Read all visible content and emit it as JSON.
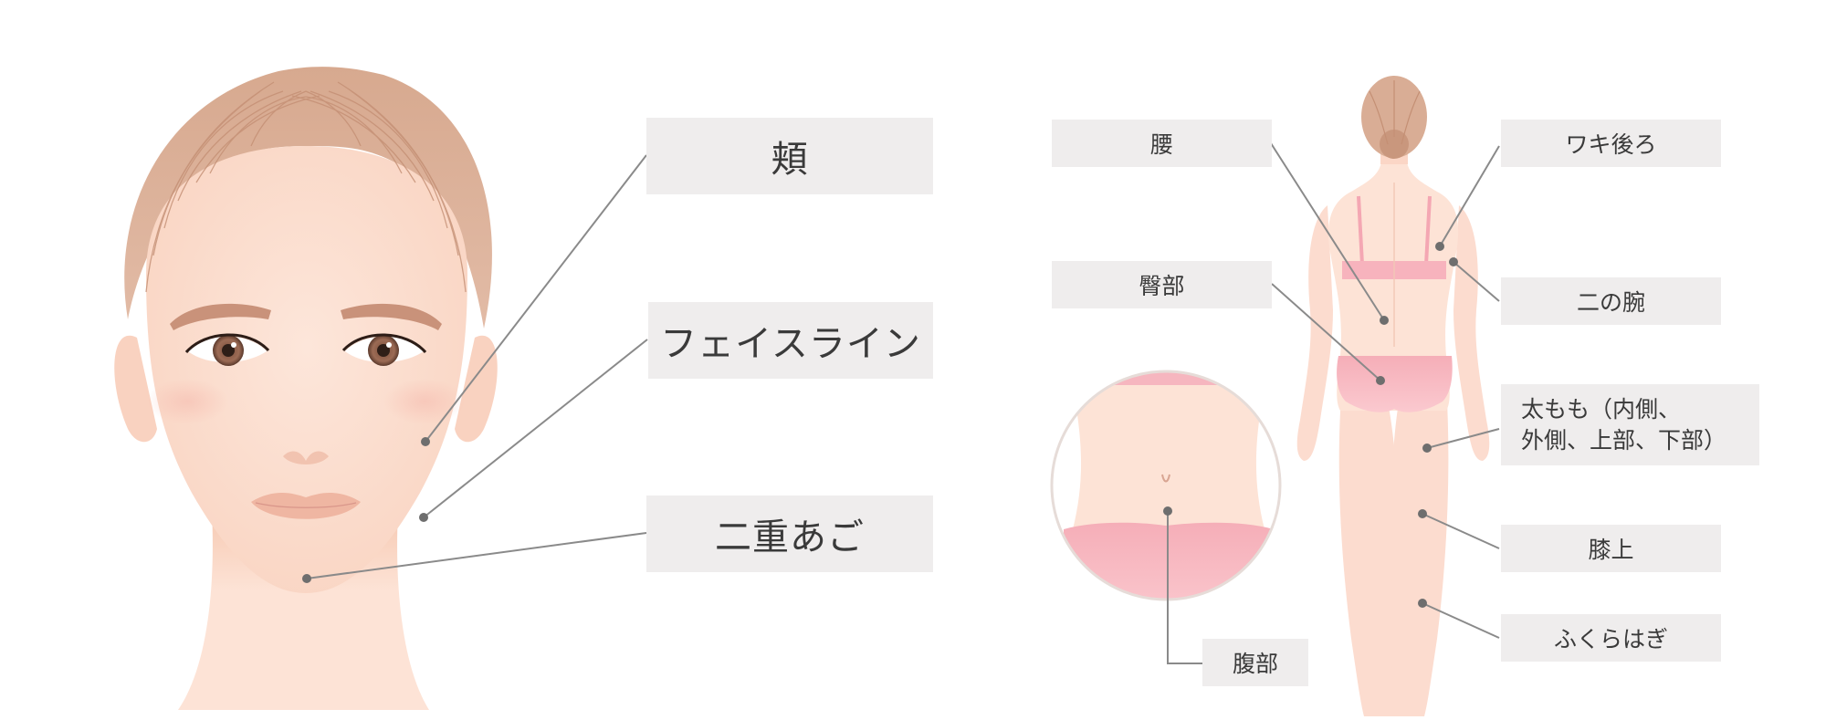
{
  "face_labels": {
    "cheek": "頬",
    "faceline": "フェイスライン",
    "double_chin": "二重あご"
  },
  "body_labels": {
    "waist": "腰",
    "buttocks": "臀部",
    "abdomen": "腹部",
    "back_of_underarm": "ワキ後ろ",
    "upper_arm": "二の腕",
    "thigh_line1": "太もも（内側、",
    "thigh_line2": "外側、上部、下部）",
    "above_knee": "膝上",
    "calf": "ふくらはぎ"
  },
  "colors": {
    "skin": "#fde3d6",
    "skin_shadow": "#f7cdb8",
    "hair": "#d9ad95",
    "hair_line": "#c79479",
    "underwear": "#f6b6bf",
    "label_bg": "#efeded",
    "leader_line": "#8a8a8a"
  }
}
